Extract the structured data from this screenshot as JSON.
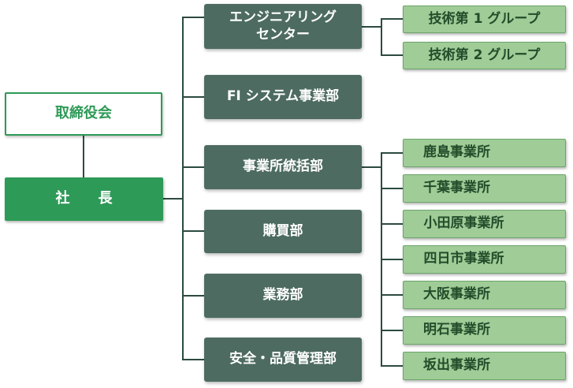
{
  "board": {
    "label": "取締役会"
  },
  "president": {
    "label": "社　　長"
  },
  "departments": [
    {
      "label": "エンジニアリング\nセンター"
    },
    {
      "label": "FI システム事業部"
    },
    {
      "label": "事業所統括部"
    },
    {
      "label": "購買部"
    },
    {
      "label": "業務部"
    },
    {
      "label": "安全・品質管理部"
    }
  ],
  "engineering_groups": [
    {
      "label": "技術第 1 グループ"
    },
    {
      "label": "技術第 2 グループ"
    }
  ],
  "offices": [
    {
      "label": "鹿島事業所"
    },
    {
      "label": "千葉事業所"
    },
    {
      "label": "小田原事業所"
    },
    {
      "label": "四日市事業所"
    },
    {
      "label": "大阪事業所"
    },
    {
      "label": "明石事業所"
    },
    {
      "label": "坂出事業所"
    }
  ],
  "colors": {
    "president_green": "#2e9a57",
    "department_slate": "#4d6b61",
    "unit_light_green": "#9fcc97",
    "connector": "#2c4a40"
  }
}
